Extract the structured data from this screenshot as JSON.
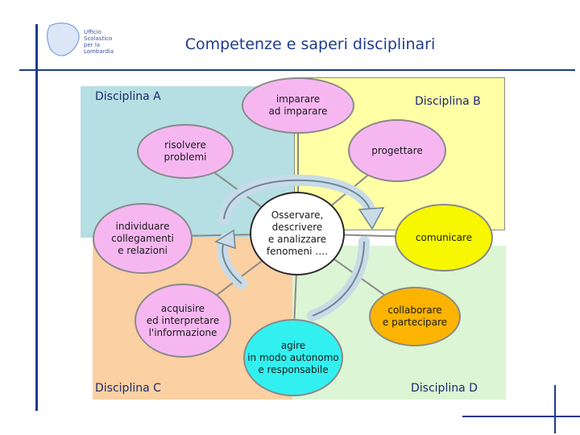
{
  "title": "Competenze e saperi disciplinari",
  "logo": {
    "lines": [
      "Ufficio",
      "Scolastico",
      "per la",
      "Lombardia"
    ]
  },
  "disciplines": {
    "a": "Disciplina A",
    "b": "Disciplina B",
    "c": "Disciplina C",
    "d": "Disciplina D"
  },
  "center": "Osservare,\ndescrivere\ne analizzare\nfenomeni ….",
  "competences": {
    "imparare": "imparare\nad imparare",
    "progettare": "progettare",
    "comunicare": "comunicare",
    "collaborare": "collaborare\ne partecipare",
    "agire": "agire\nin modo autonomo\ne responsabile",
    "acquisire": "acquisire\ned interpretare\nl'informazione",
    "individuare": "individuare\ncollegamenti\ne relazioni",
    "risolvere": "risolvere\nproblemi"
  },
  "colors": {
    "quad_a": "#b6dfe3",
    "quad_b": "#ffffa6",
    "quad_c": "#fbd0a2",
    "quad_d": "#dcf5d4",
    "bubble_pink": "#f6b7f1",
    "bubble_yellow": "#f7f700",
    "bubble_orange": "#fcb400",
    "bubble_cyan": "#33f0f0",
    "title": "#1f3b8c"
  }
}
